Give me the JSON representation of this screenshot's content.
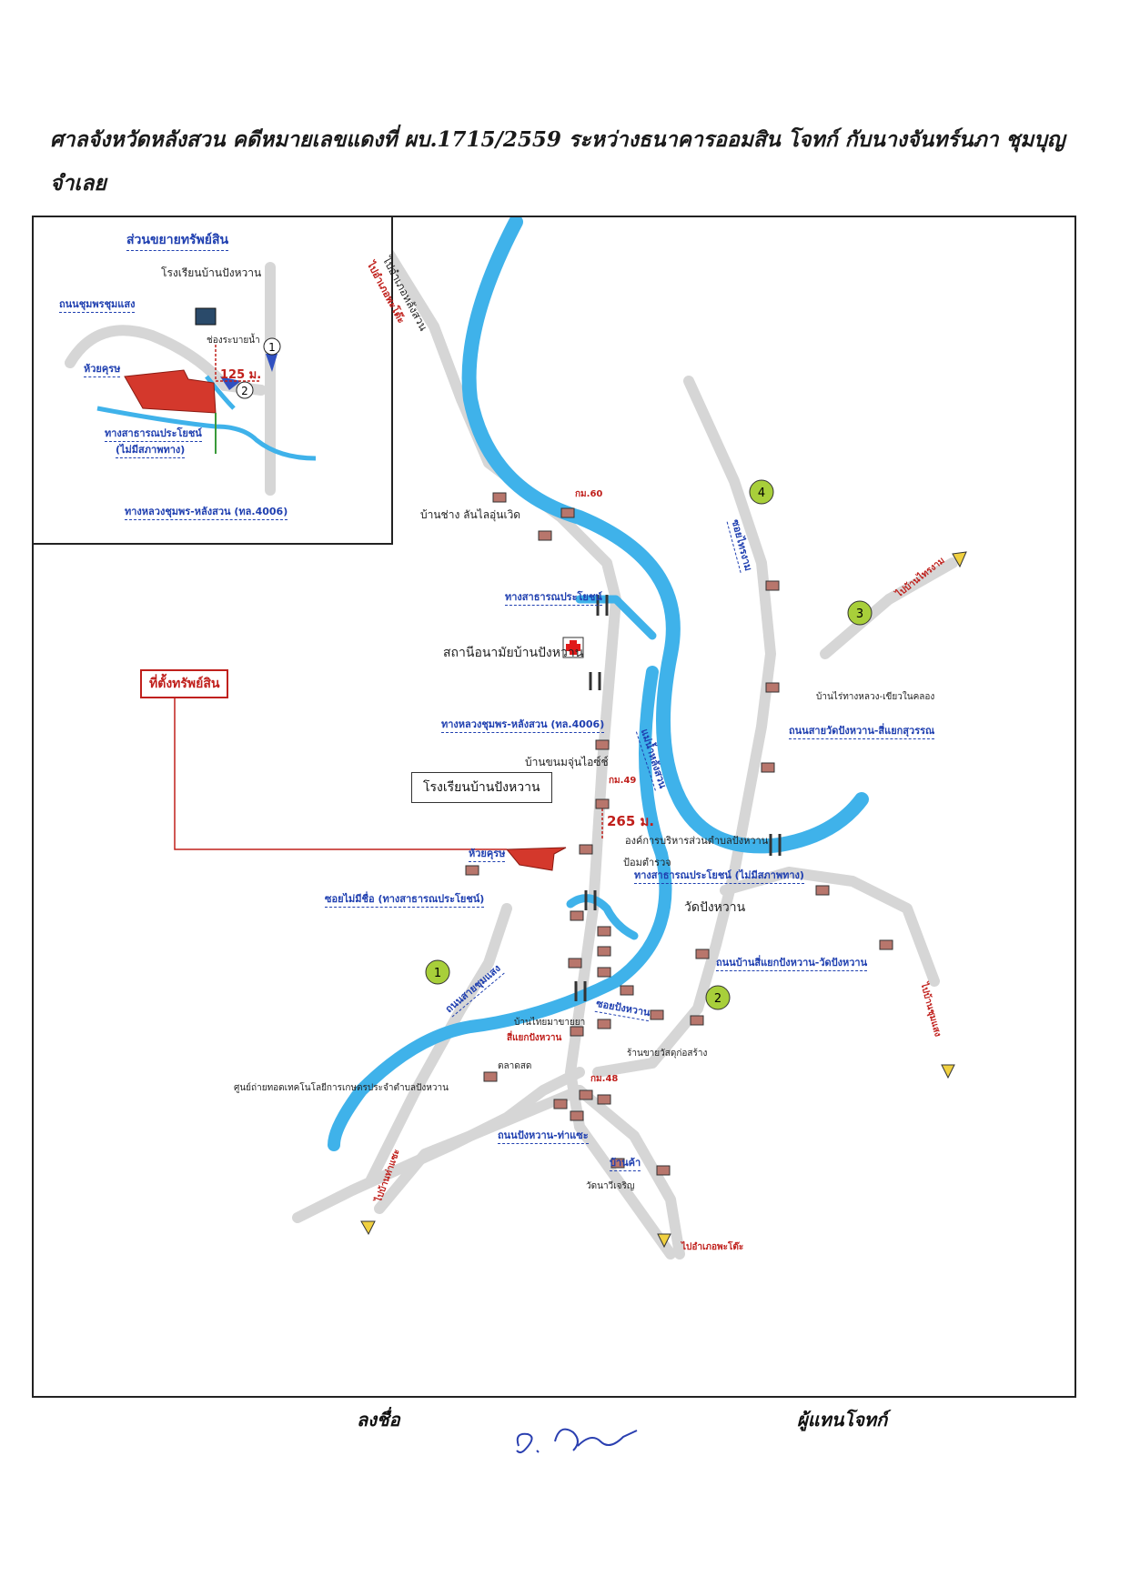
{
  "header": {
    "line1": "ศาลจังหวัดหลังสวน  คดีหมายเลขแดงที่ ผบ.1715/2559  ระหว่างธนาคารออมสิน โจทก์ กับนางจันทร์นภา ชุมบุญ",
    "line2": "จำเลย"
  },
  "inset": {
    "title": "ส่วนขยายทรัพย์สิน",
    "school": "โรงเรียนบ้านปังหวาน",
    "road_left": "ถนนชุมพรชุมแสง",
    "drain": "ช่องระบายน้ำ",
    "canal_label": "ห้วยคุรษ",
    "distance": "125 ม.",
    "marker_1": "1",
    "marker_2": "2",
    "public_way": "ทางสาธารณประโยชน์",
    "public_way_note": "(ไม่มีสภาพทาง)",
    "highway": "ทางหลวงชุมพร-หลังสวน (ทล.4006)"
  },
  "labels": {
    "to_lamae": "ไปอำเภอหลังสวน",
    "to_lamae_red": "ไปอำเภอพะโต๊ะ",
    "km60": "กม.60",
    "house_school": "บ้านช่าง ลันไลอุ่นเวิด",
    "public_way_top": "ทางสาธารณประโยชน์",
    "health_center": "สถานีอนามัยบ้านปังหวาน",
    "property_location": "ที่ตั้งทรัพย์สิน",
    "highway_mid": "ทางหลวงชุมพร-หลังสวน (ทล.4006)",
    "house_mid": "บ้านขนมจุ่นไอซ์ช์",
    "km49": "กม.49",
    "school_box": "โรงเรียนบ้านปังหวาน",
    "distance_main": "265 ม.",
    "org_office": "องค์การบริหารส่วนตำบลปังหวาน",
    "police": "ป้อมตำรวจ",
    "public_way_right": "ทางสาธารณประโยชน์ (ไม่มีสภาพทาง)",
    "canal_main": "ห้วยคุรษ",
    "lane_main": "ซอยไม่มีชื่อ (ทางสาธารณประโยชน์)",
    "river": "แม่น้ำหลังสวน",
    "temple": "วัดปังหวาน",
    "road_4": "ซอยไทรงาม",
    "to_ban_rong": "ไปบ้านไทรงาม",
    "house_right": "บ้านไร่ทางหลวง-เขียวในคลอง",
    "road_right": "ถนนสายวัดปังหวาน-สี่แยกสุวรรณ",
    "road_bottom_right": "ถนนบ้านสี่แยกปังหวาน-วัดปังหวาน",
    "to_right_bottom": "ไปบ้านชุมแสง",
    "road_left_diag": "ถนนสายชุมแสง",
    "road_pang": "ซอยปังหวาน",
    "market_house": "บ้านไทยมาขายยา",
    "junction": "สี่แยกปังหวาน",
    "shop": "ร้านขายวัสดุก่อสร้าง",
    "market": "ตลาดสด",
    "center": "ศูนย์ถ่ายทอดเทคโนโลยีการเกษตรประจำตำบลปังหวาน",
    "km48": "กม.48",
    "road_pang_bottom": "ถนนปังหวาน-ท่าแซะ",
    "to_left_bottom": "ไปบ้านท่าแซะ",
    "mosque": "บ้านค้า",
    "wat_bottom": "วัดนาวีเจริญ",
    "to_bottom": "ไปอำเภอพะโต๊ะ",
    "circle_1": "1",
    "circle_2": "2",
    "circle_3": "3",
    "circle_4": "4"
  },
  "signature": {
    "left_label": "ลงชื่อ",
    "right_label": "ผู้แทนโจทก์",
    "scribble": "ๆ. ฟ้อนๆ"
  },
  "colors": {
    "river": "#3fb2ea",
    "road": "#d9d9d9",
    "property": "#d4382c",
    "label_blue": "#1f3fb0",
    "label_red": "#c0201c",
    "marker_green": "#a8cf3a"
  }
}
